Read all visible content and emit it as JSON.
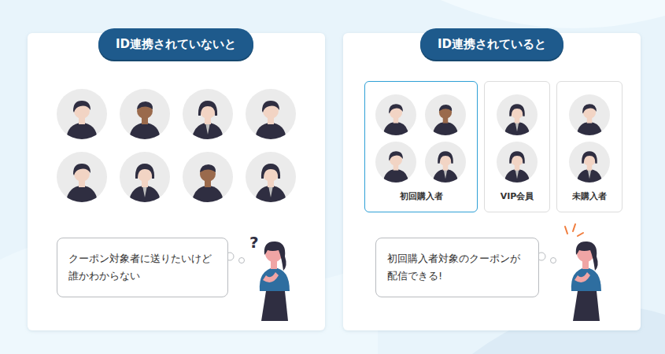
{
  "diagram": {
    "nodes": [
      {
        "text": [
          "ID連携されていないと"
        ]
      },
      {
        "text": [
          "クーポン対象者に送りたいけど 誰かわからない"
        ],
        "in": 0
      },
      {
        "text": [
          "ID連携されていると"
        ]
      },
      {
        "text": [
          "初回購入者"
        ],
        "in": 2
      },
      {
        "text": [
          "VIP会員"
        ],
        "in": 2
      },
      {
        "text": [
          "未購入者"
        ],
        "in": 2
      },
      {
        "text": [
          "初回購入者対象のクーポンが 配信できる!"
        ],
        "in": 2
      }
    ],
    "labels": [
      "?"
    ]
  }
}
